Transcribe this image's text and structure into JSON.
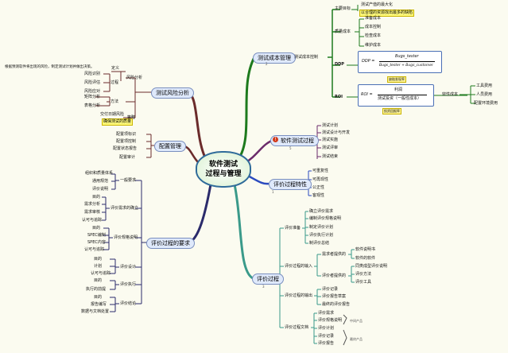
{
  "center": {
    "line1": "软件测试",
    "line2": "过程与管理"
  },
  "branches": {
    "cost_mgmt": "测试成本管理",
    "cost_control": "测试成本控制",
    "risk": "测试风险分析",
    "config": "配置管理",
    "process": "软件测试过程",
    "qualities": "评价过程特性",
    "requirements": "评价过程的要求",
    "eval_process": "评价过程"
  },
  "cost": {
    "main_goal": "主要目标",
    "main_goal_text": "测试产值的最大化",
    "main_goal_note": "以合理的资源找出最多的缺陷",
    "cost_label": "质量成本",
    "cost_items": [
      "准备成本",
      "成本控制",
      "检查成本",
      "维护成本"
    ],
    "ddp": "DDP",
    "ddp_num": "Bugs_tester",
    "ddp_den": "Bugs_tester + Bugs_customer",
    "ddp_note": "缺陷发现率",
    "roi": "ROI",
    "roi_num": "利润",
    "roi_den": "测试投资（一般性成本）",
    "roi_note": "投资回报率",
    "eff_cost": "效性成本",
    "eff_items": [
      "工具费用",
      "人员费用",
      "配置环境费用"
    ]
  },
  "risk": {
    "definition": "根据预测软件将出现的风险，制定测试计划并做出决策。",
    "def_label": "定义",
    "risk_analysis": "风险分析",
    "process_label": "过程",
    "process_items": [
      "风险识别",
      "风险评估",
      "风险应对"
    ],
    "method_label": "方法",
    "method_items": [
      "矩阵分析",
      "表格分析"
    ],
    "strategy_label": "策略",
    "strategy_items": [
      "交付日期风险"
    ],
    "strategy_note": "确保测试的质量"
  },
  "config": {
    "items": [
      "配置项标识",
      "配置项控制",
      "配置状态报告",
      "配置审计"
    ]
  },
  "process": {
    "items": [
      "测试计划",
      "测试设计与开发",
      "测试实施",
      "测试评审",
      "测试结束"
    ]
  },
  "qualities": {
    "items": [
      "可重复性",
      "可再现性",
      "公正性",
      "客观性"
    ]
  },
  "requirements": {
    "general": "一般要求",
    "general_items": [
      "组织和质量体系",
      "通用规范",
      "评价说明"
    ],
    "eval_req": "评价需求的确立",
    "eval_req_items": [
      "目的",
      "需求分析",
      "需求审核",
      "认可与追踪"
    ],
    "spec": "评价规格说明",
    "spec_items": [
      "目的",
      "SPEC编制",
      "SPEC内容",
      "认可与追踪"
    ],
    "design": "评价设计",
    "design_items": [
      "目的",
      "计划",
      "认可与追踪"
    ],
    "exec": "评价执行",
    "exec_items": [
      "目的",
      "执行的前提"
    ],
    "conclusion": "评价结论",
    "conclusion_items": [
      "目的",
      "报告编写",
      "数据与文档处置"
    ]
  },
  "evalproc": {
    "prep": "评价准备",
    "prep_items": [
      "确立评价需求",
      "编制评价规格说明",
      "制定评价计划",
      "评价执行计划",
      "制评价总结"
    ],
    "input": "评价过程的输入",
    "input_left": [
      "需求者提供的",
      "评价者提供的"
    ],
    "input_a": [
      "软件说明书",
      "软件的软件"
    ],
    "input_b": [
      "同类成型评价说明",
      "评价方法",
      "评价工具"
    ],
    "output": "评价过程的输出",
    "output_items": [
      "评价记录",
      "评价报告草案",
      "最终的评价报告"
    ],
    "docs": "评价过程文档",
    "docs_items": [
      "评价需求",
      "评价规格说明",
      "评价计划",
      "评价记录",
      "评价报告"
    ],
    "docs_mid": "中间产品",
    "docs_final": "最终产品"
  },
  "badges": {
    "cost": "2",
    "process": "5",
    "qualities": "1",
    "eval": "3"
  }
}
